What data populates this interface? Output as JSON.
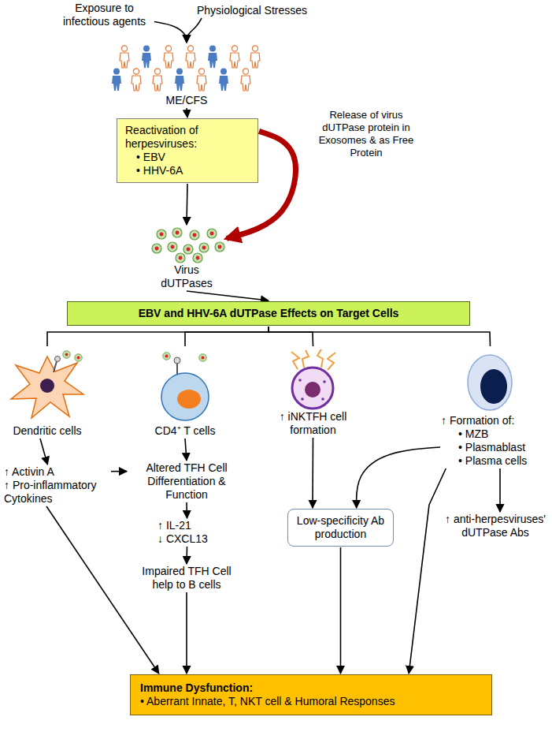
{
  "diagram": {
    "nodes": [
      {
        "text": [
          "Exposure to infectious agents"
        ]
      },
      {
        "text": [
          "Physiological Stresses"
        ]
      },
      {
        "text": [
          "ME/CFS"
        ]
      },
      {
        "text": [
          "Reactivation of herpesviruses:",
          "• EBV",
          "• HHV-6A"
        ]
      },
      {
        "text": [
          "Virus dUTPases"
        ]
      },
      {
        "text": [
          "EBV and HHV-6A dUTPase Effects on Target Cells"
        ]
      },
      {
        "text": [
          "Dendritic cells"
        ]
      },
      {
        "text": [
          "CD4⁺ T cells"
        ]
      },
      {
        "text": [
          "↑ iNKTFH cell formation"
        ]
      },
      {
        "text": [
          "↑ Formation of:",
          "• MZB",
          "• Plasmablast",
          "• Plasma cells"
        ]
      },
      {
        "text": [
          "↑ Activin A",
          "↑ Pro-inflammatory Cytokines"
        ]
      },
      {
        "text": [
          "Altered TFH Cell Differentiation & Function"
        ]
      },
      {
        "text": [
          "↑ IL-21",
          "↓ CXCL13"
        ]
      },
      {
        "text": [
          "Impaired TFH Cell help to B cells"
        ]
      },
      {
        "text": [
          "Low-specificity Ab production"
        ]
      },
      {
        "text": [
          "↑ anti-herpesviruses' dUTPase Abs"
        ]
      },
      {
        "text": [
          "Immune Dysfunction:",
          "• Aberrant Innate, T, NKT cell & Humoral Responses"
        ]
      }
    ],
    "edges": [
      {
        "from": 0,
        "to": 2,
        "arrow": "to"
      },
      {
        "from": 1,
        "to": 2,
        "arrow": "to"
      },
      {
        "from": 2,
        "to": 3,
        "arrow": "to"
      },
      {
        "from": 3,
        "to": 4,
        "arrow": "to"
      },
      {
        "from": 3,
        "to": 4,
        "arrow": "to",
        "label": "Release of virus dUTPase protein in Exosomes & as Free Protein"
      },
      {
        "from": 4,
        "to": 5,
        "arrow": "to"
      },
      {
        "from": 5,
        "to": 6,
        "arrow": "none"
      },
      {
        "from": 5,
        "to": 7,
        "arrow": "none"
      },
      {
        "from": 5,
        "to": 8,
        "arrow": "none"
      },
      {
        "from": 5,
        "to": 9,
        "arrow": "none"
      },
      {
        "from": 6,
        "to": 10,
        "arrow": "to"
      },
      {
        "from": 10,
        "to": 11,
        "arrow": "to"
      },
      {
        "from": 7,
        "to": 11,
        "arrow": "to"
      },
      {
        "from": 11,
        "to": 12,
        "arrow": "to"
      },
      {
        "from": 12,
        "to": 13,
        "arrow": "to"
      },
      {
        "from": 8,
        "to": 14,
        "arrow": "to"
      },
      {
        "from": 9,
        "to": 14,
        "arrow": "to"
      },
      {
        "from": 9,
        "to": 15,
        "arrow": "to"
      },
      {
        "from": 10,
        "to": 16,
        "arrow": "to"
      },
      {
        "from": 13,
        "to": 16,
        "arrow": "to"
      },
      {
        "from": 14,
        "to": 16,
        "arrow": "to"
      },
      {
        "from": 9,
        "to": 16,
        "arrow": "to"
      }
    ]
  }
}
